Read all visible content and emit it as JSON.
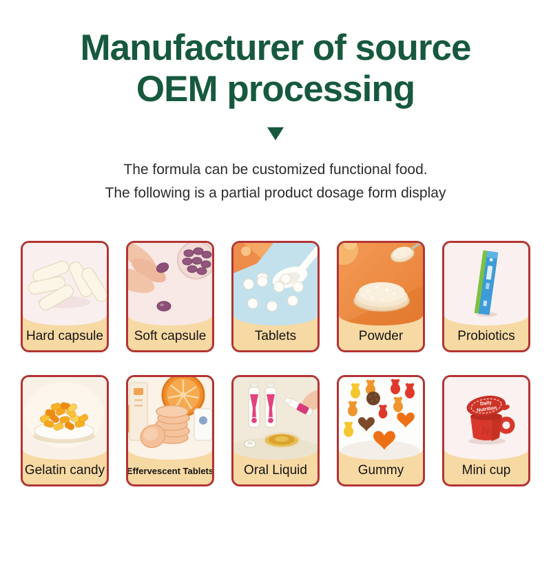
{
  "header": {
    "title_line1": "Manufacturer of source",
    "title_line2": "OEM processing",
    "subtitle_line1": "The formula can be customized functional food.",
    "subtitle_line2": "The following is a partial product dosage form display"
  },
  "colors": {
    "title_green": "#17593e",
    "card_border": "#b23434",
    "label_background": "#f7d9a4",
    "label_text": "#141414"
  },
  "products": [
    {
      "label": "Hard capsule"
    },
    {
      "label": "Soft capsule"
    },
    {
      "label": "Tablets"
    },
    {
      "label": "Powder"
    },
    {
      "label": "Probiotics"
    },
    {
      "label": "Gelatin candy"
    },
    {
      "label": "Effervescent Tablets"
    },
    {
      "label": "Oral Liquid"
    },
    {
      "label": "Gummy"
    },
    {
      "label": "Mini cup"
    }
  ],
  "mini_cup_lid": {
    "line1": "Daily",
    "line2": "Nutrition",
    "monogram": "N"
  }
}
